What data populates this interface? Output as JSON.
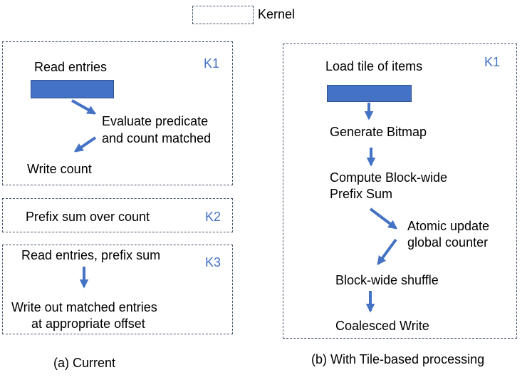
{
  "legend": {
    "label": "Kernel"
  },
  "current": {
    "k1": {
      "label": "K1",
      "read": "Read entries",
      "evaluate_line1": "Evaluate predicate",
      "evaluate_line2": "and count matched",
      "write": "Write count"
    },
    "k2": {
      "label": "K2",
      "text": "Prefix sum over count"
    },
    "k3": {
      "label": "K3",
      "read": "Read entries, prefix sum",
      "write_line1": "Write out matched entries",
      "write_line2": "at appropriate offset"
    },
    "caption": "(a) Current"
  },
  "tile": {
    "k1": {
      "label": "K1",
      "load": "Load tile of items",
      "bitmap": "Generate Bitmap",
      "prefix_line1": "Compute Block-wide",
      "prefix_line2": "Prefix Sum",
      "atomic_line1": "Atomic update",
      "atomic_line2": "global counter",
      "shuffle": "Block-wide shuffle",
      "write": "Coalesced Write"
    },
    "caption": "(b) With Tile-based processing"
  },
  "colors": {
    "accent": "#4472C4",
    "border": "#44546A"
  }
}
